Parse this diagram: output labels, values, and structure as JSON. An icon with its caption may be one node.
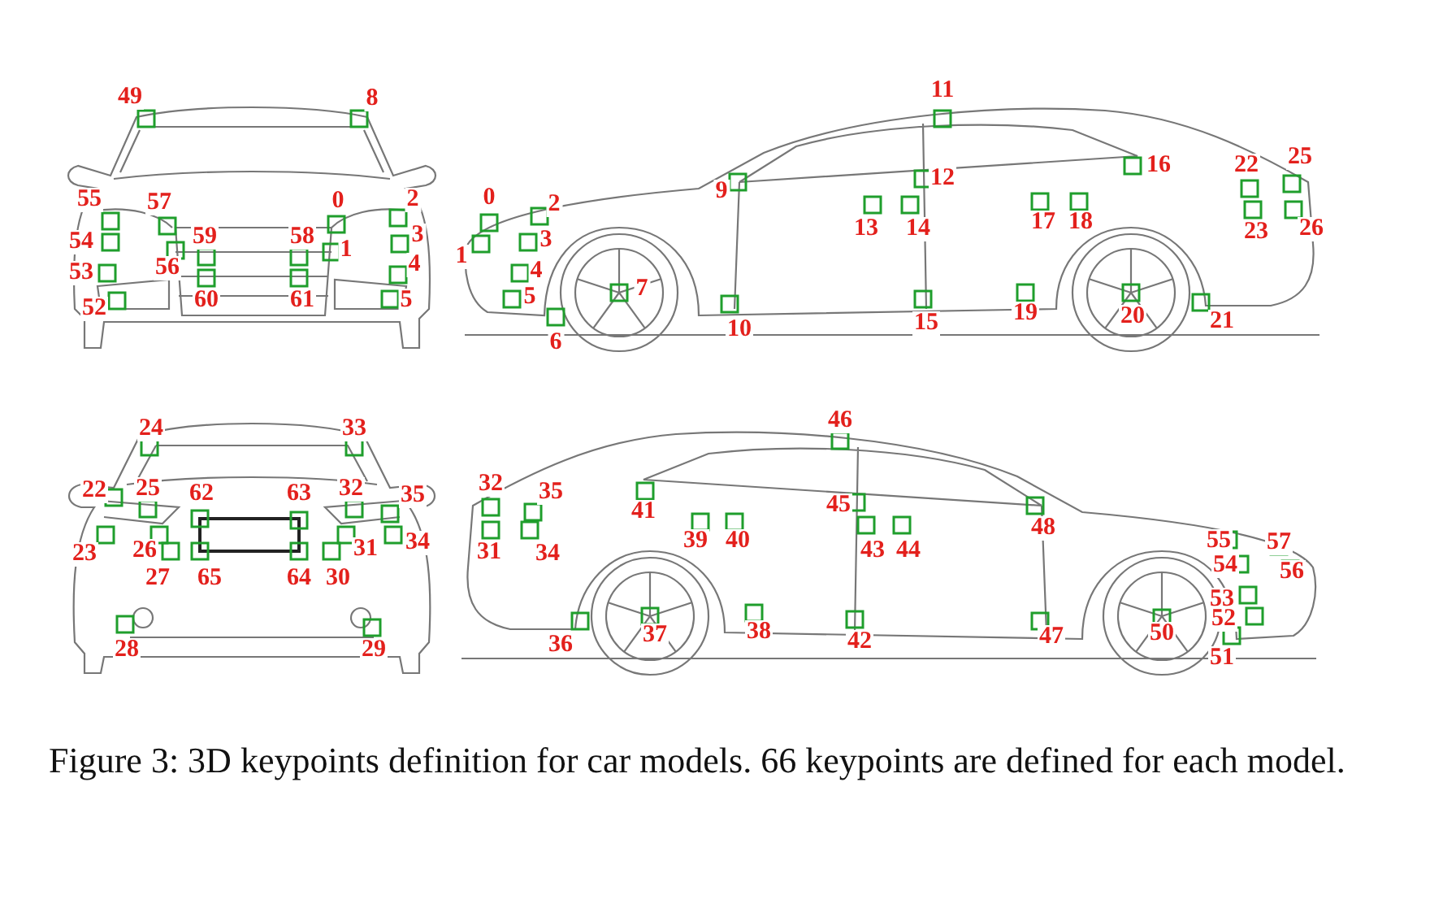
{
  "diagram": {
    "caption": "Figure 3: 3D keypoints definition for car models. 66 keypoints are defined for each model.",
    "labels": [
      "49",
      "8",
      "55",
      "57",
      "0",
      "2",
      "54",
      "59",
      "58",
      "1",
      "3",
      "53",
      "56",
      "4",
      "60",
      "61",
      "52",
      "5",
      "0",
      "2",
      "1",
      "3",
      "4",
      "5",
      "6",
      "7",
      "9",
      "10",
      "11",
      "12",
      "13",
      "14",
      "15",
      "16",
      "17",
      "18",
      "19",
      "20",
      "21",
      "22",
      "23",
      "25",
      "26",
      "24",
      "33",
      "22",
      "25",
      "62",
      "63",
      "32",
      "35",
      "23",
      "26",
      "27",
      "65",
      "64",
      "30",
      "31",
      "34",
      "28",
      "29",
      "46",
      "32",
      "35",
      "31",
      "34",
      "41",
      "39",
      "40",
      "45",
      "43",
      "44",
      "48",
      "55",
      "57",
      "54",
      "56",
      "53",
      "52",
      "36",
      "37",
      "38",
      "42",
      "47",
      "50",
      "51"
    ]
  }
}
